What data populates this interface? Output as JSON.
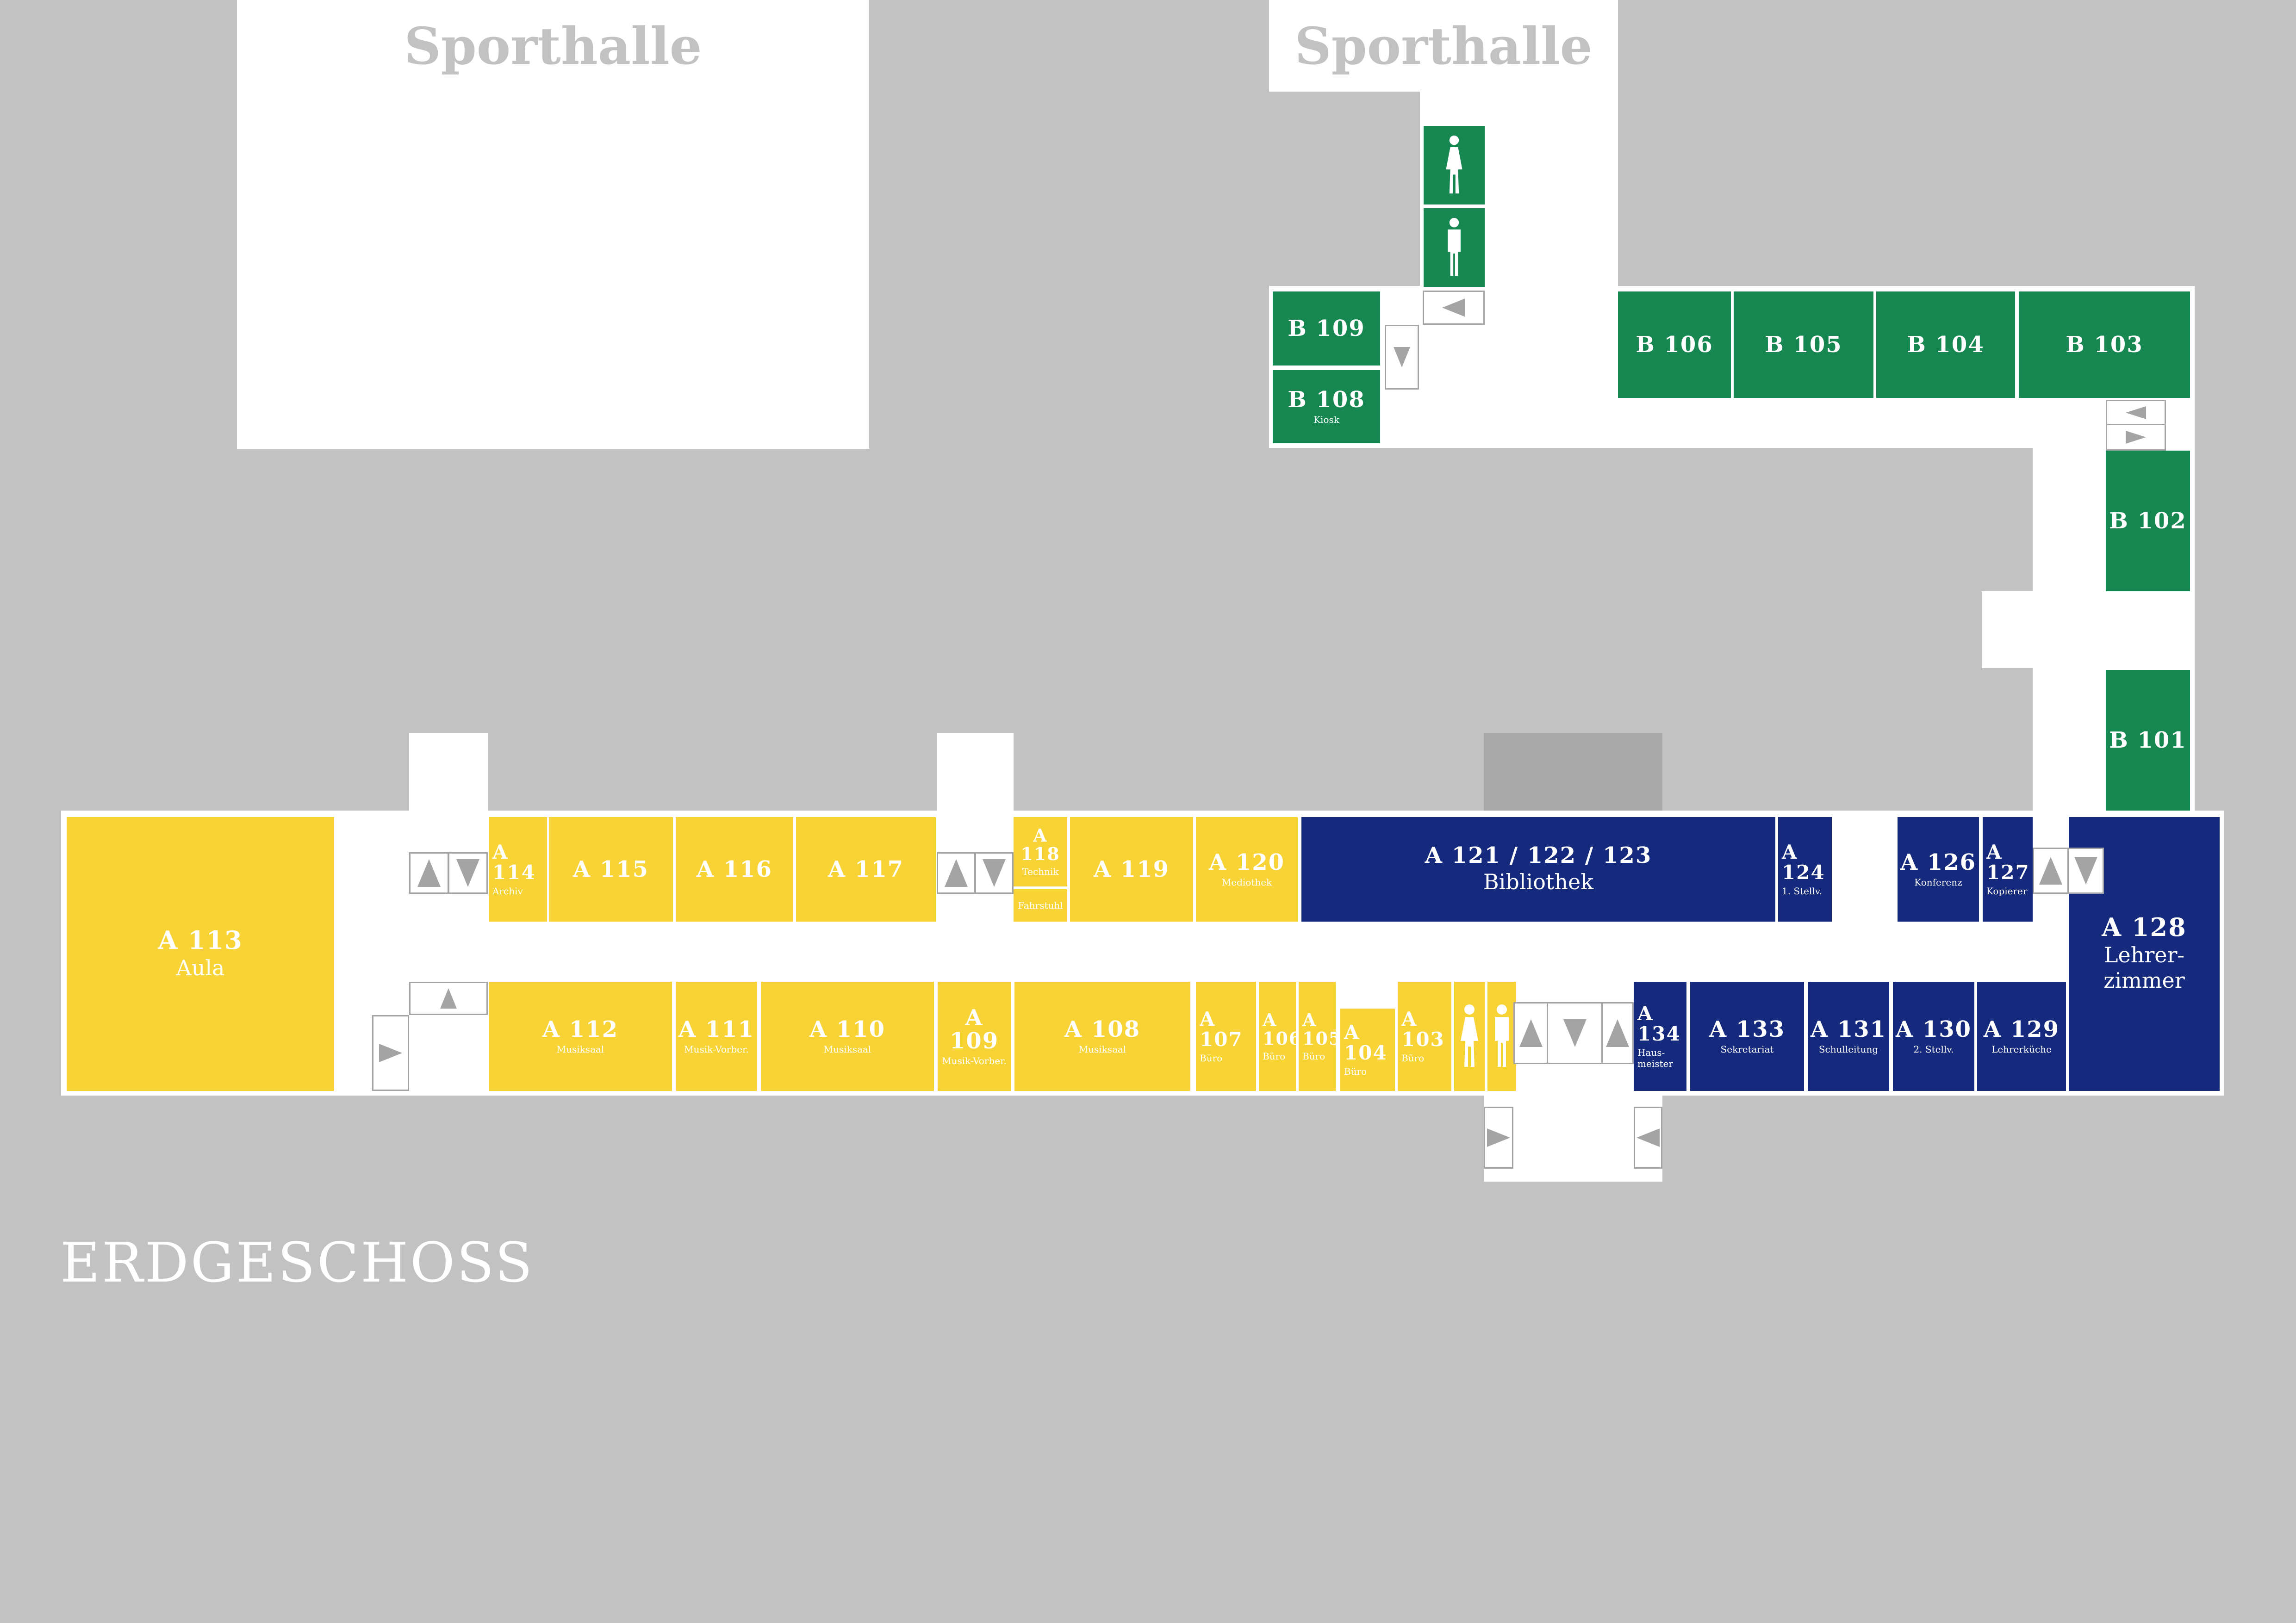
{
  "labels": {
    "sporthalle_left": "Sporthalle",
    "sporthalle_right": "Sporthalle",
    "floor": "ERDGESCHOSS"
  },
  "rooms": {
    "a113": {
      "num": "A 113",
      "sub": "Aula"
    },
    "a114": {
      "num": "A\n114",
      "sub": "Archiv"
    },
    "a115": {
      "num": "A 115",
      "sub": ""
    },
    "a116": {
      "num": "A 116",
      "sub": ""
    },
    "a117": {
      "num": "A 117",
      "sub": ""
    },
    "a118": {
      "num": "A 118",
      "sub": "Technik"
    },
    "fahrstuhl": {
      "num": "",
      "sub": "Fahrstuhl"
    },
    "a119": {
      "num": "A 119",
      "sub": ""
    },
    "a120": {
      "num": "A 120",
      "sub": "Mediothek"
    },
    "a121": {
      "num": "A 121 / 122 / 123",
      "sub": "Bibliothek"
    },
    "a124": {
      "num": "A\n124",
      "sub": "1. Stellv."
    },
    "a126": {
      "num": "A 126",
      "sub": "Konferenz"
    },
    "a127": {
      "num": "A\n127",
      "sub": "Kopierer"
    },
    "a128": {
      "num": "A 128",
      "sub": "Lehrer-\nzimmer"
    },
    "a112": {
      "num": "A 112",
      "sub": "Musiksaal"
    },
    "a111": {
      "num": "A 111",
      "sub": "Musik-Vorber."
    },
    "a110": {
      "num": "A 110",
      "sub": "Musiksaal"
    },
    "a109": {
      "num": "A 109",
      "sub": "Musik-Vorber."
    },
    "a108": {
      "num": "A 108",
      "sub": "Musiksaal"
    },
    "a107": {
      "num": "A\n107",
      "sub": "Büro"
    },
    "a106": {
      "num": "A\n106",
      "sub": "Büro"
    },
    "a105": {
      "num": "A\n105",
      "sub": "Büro"
    },
    "a104": {
      "num": "A\n104",
      "sub": "Büro"
    },
    "a103": {
      "num": "A\n103",
      "sub": "Büro"
    },
    "a134": {
      "num": "A\n134",
      "sub": "Haus-\nmeister"
    },
    "a133": {
      "num": "A 133",
      "sub": "Sekretariat"
    },
    "a131": {
      "num": "A 131",
      "sub": "Schulleitung"
    },
    "a130": {
      "num": "A 130",
      "sub": "2. Stellv."
    },
    "a129": {
      "num": "A 129",
      "sub": "Lehrerküche"
    },
    "b109": {
      "num": "B 109",
      "sub": ""
    },
    "b108": {
      "num": "B 108",
      "sub": "Kiosk"
    },
    "b106": {
      "num": "B 106",
      "sub": ""
    },
    "b105": {
      "num": "B 105",
      "sub": ""
    },
    "b104": {
      "num": "B 104",
      "sub": ""
    },
    "b103": {
      "num": "B 103",
      "sub": ""
    },
    "b102": {
      "num": "B 102",
      "sub": ""
    },
    "b101": {
      "num": "B 101",
      "sub": ""
    }
  },
  "icons": {
    "female": "female-toilet-icon",
    "male": "male-toilet-icon",
    "stairs_up": "stairs-up-arrow-icon",
    "stairs_down": "stairs-down-arrow-icon",
    "left": "left-arrow-icon",
    "right": "right-arrow-icon"
  },
  "colors": {
    "background": "#c2c2c2",
    "corridor": "#ffffff",
    "wing_a_west": "#f7d335",
    "wing_a_east": "#152a7c",
    "wing_b": "#168750",
    "stair_arrow": "#a4a4a4"
  }
}
